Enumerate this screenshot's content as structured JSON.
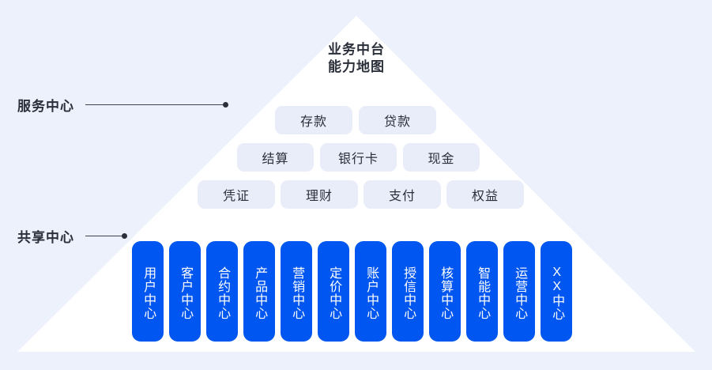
{
  "background_color": "#edf1fc",
  "title": {
    "line1": "业务中台",
    "line2": "能力地图"
  },
  "side_labels": {
    "service": "服务中心",
    "shared": "共享中心"
  },
  "colors": {
    "pill_fill": "#e9edf9",
    "pill_text": "#2b2f3a",
    "card_fill": "#0056f0",
    "card_text": "#ffffff",
    "pyramid_fill": "#ffffff",
    "leader_line": "#3d4354"
  },
  "service_center": {
    "rows": [
      {
        "items": [
          "存款",
          "贷款"
        ]
      },
      {
        "items": [
          "结算",
          "银行卡",
          "现金"
        ]
      },
      {
        "items": [
          "凭证",
          "理财",
          "支付",
          "权益"
        ]
      }
    ]
  },
  "shared_center": {
    "cards": [
      "用户中心",
      "客户中心",
      "合约中心",
      "产品中心",
      "营销中心",
      "定价中心",
      "账户中心",
      "授信中心",
      "核算中心",
      "智能中心",
      "运营中心",
      "XX中心"
    ]
  }
}
